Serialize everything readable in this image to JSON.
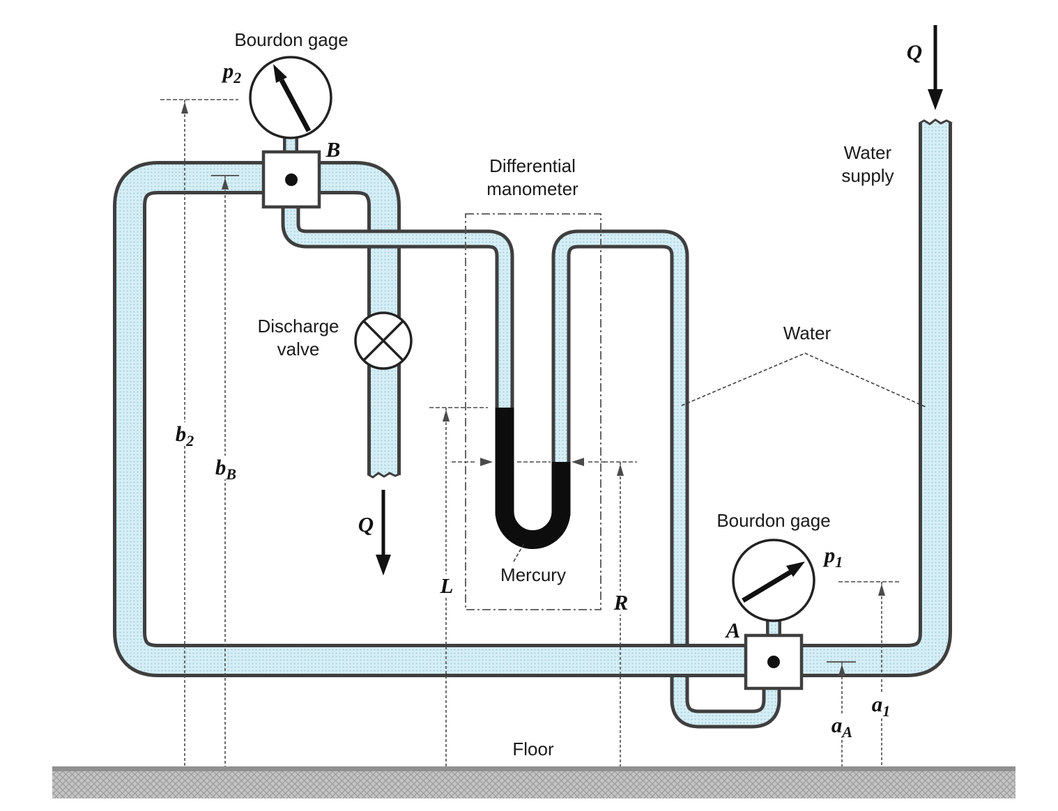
{
  "labels": {
    "bourdon_gage_top": "Bourdon gage",
    "differential_manometer_line1": "Differential",
    "differential_manometer_line2": "manometer",
    "discharge_valve_line1": "Discharge",
    "discharge_valve_line2": "valve",
    "water_supply_line1": "Water",
    "water_supply_line2": "supply",
    "water": "Water",
    "mercury": "Mercury",
    "floor": "Floor",
    "bourdon_gage_bottom": "Bourdon gage"
  },
  "math_labels": {
    "p2": {
      "base": "p",
      "sub": "2"
    },
    "B": {
      "base": "B"
    },
    "b2": {
      "base": "b",
      "sub": "2"
    },
    "bB": {
      "base": "b",
      "sub": "B"
    },
    "L": {
      "base": "L"
    },
    "R": {
      "base": "R"
    },
    "Q_discharge": {
      "base": "Q"
    },
    "Q_supply": {
      "base": "Q"
    },
    "p1": {
      "base": "p",
      "sub": "1"
    },
    "A": {
      "base": "A"
    },
    "aA": {
      "base": "a",
      "sub": "A"
    },
    "a1": {
      "base": "a",
      "sub": "1"
    }
  },
  "colors": {
    "background": "#ffffff",
    "ink": "#1a1a1a",
    "pipe_fill": "#d6eef6",
    "pipe_dot": "#a9d2de",
    "pipe_outline": "#3f3f3f",
    "mercury": "#0d0d0d",
    "floor_fill": "#c4c4c4",
    "floor_hatch": "#9b9b9b",
    "line": "#4a4a4a"
  }
}
